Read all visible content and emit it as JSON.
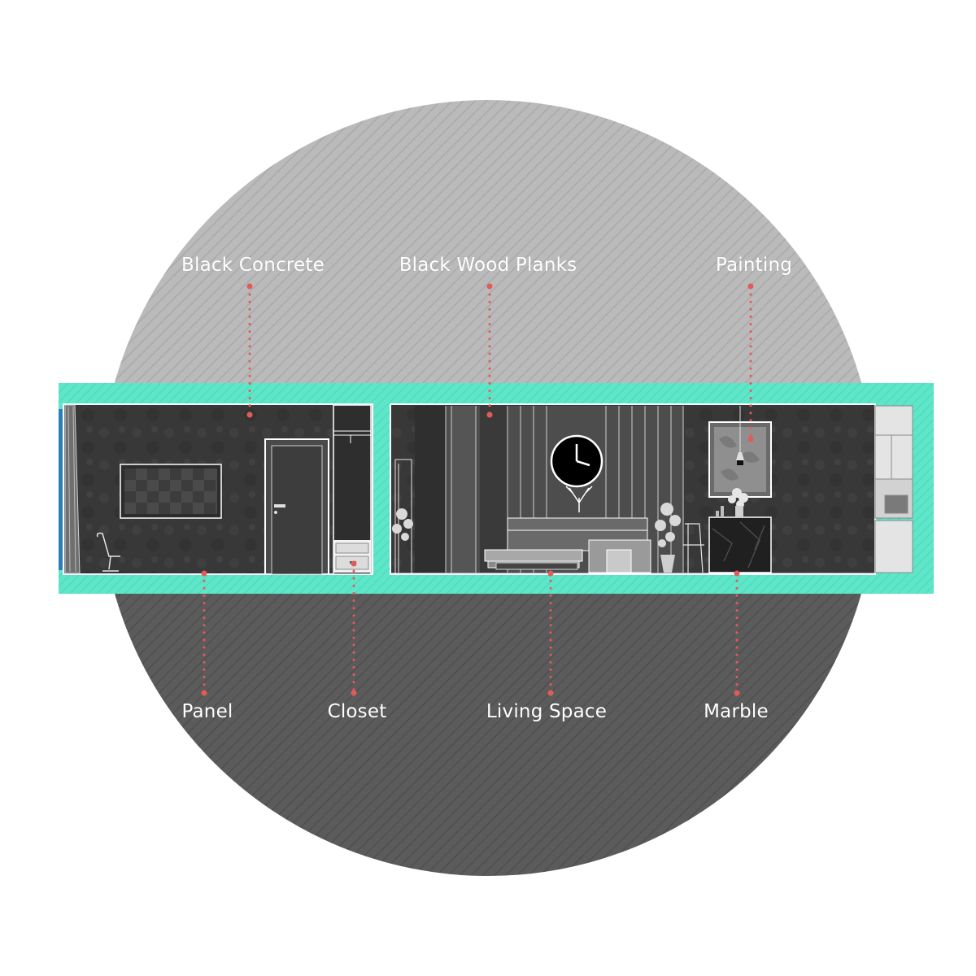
{
  "diagram": {
    "labels_top": [
      {
        "id": "black-concrete",
        "text": "Black Concrete"
      },
      {
        "id": "black-wood-planks",
        "text": "Black Wood Planks"
      },
      {
        "id": "painting",
        "text": "Painting"
      }
    ],
    "labels_bottom": [
      {
        "id": "panel",
        "text": "Panel"
      },
      {
        "id": "closet",
        "text": "Closet"
      },
      {
        "id": "living-space",
        "text": "Living Space"
      },
      {
        "id": "marble",
        "text": "Marble"
      }
    ],
    "colors": {
      "circle_top": "#b9b9b9",
      "circle_bottom": "#5a5a5a",
      "section_frame": "#5ee6c8",
      "wall": "#3a3a3a",
      "leader": "#e25b5b",
      "label_text": "#ffffff"
    }
  }
}
